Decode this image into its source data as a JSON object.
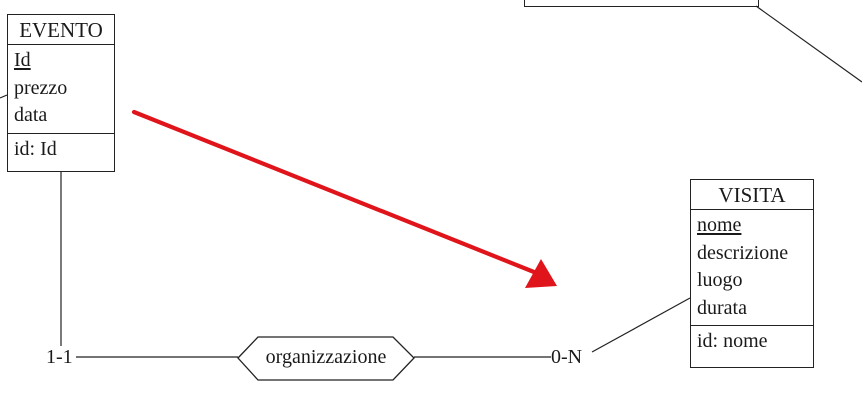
{
  "entities": {
    "evento": {
      "name": "EVENTO",
      "attributes": [
        {
          "label": "Id",
          "key": true
        },
        {
          "label": "prezzo",
          "key": false
        },
        {
          "label": "data",
          "key": false
        }
      ],
      "identifier": "id: Id"
    },
    "visita": {
      "name": "VISITA",
      "attributes": [
        {
          "label": "nome",
          "key": true
        },
        {
          "label": "descrizione",
          "key": false
        },
        {
          "label": "luogo",
          "key": false
        },
        {
          "label": "durata",
          "key": false
        }
      ],
      "identifier": "id: nome"
    }
  },
  "relationship": {
    "name": "organizzazione",
    "card_evento": "1-1",
    "card_visita": "0-N"
  },
  "colors": {
    "line": "#222222",
    "arrow": "#e0141b",
    "background": "#ffffff"
  }
}
